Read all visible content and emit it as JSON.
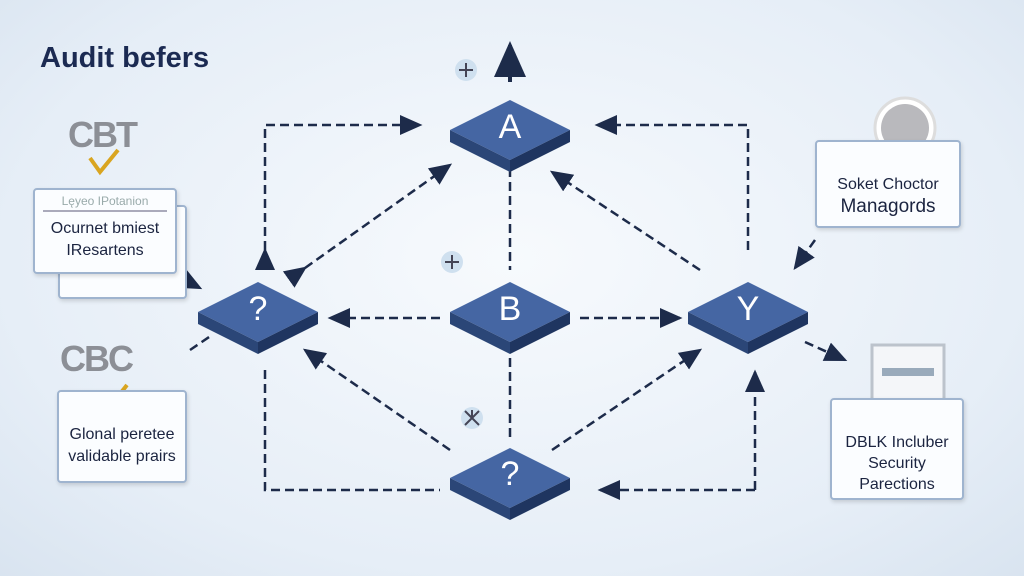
{
  "title": "Audit befers",
  "nodes": {
    "top": "A",
    "left": "?",
    "center": "B",
    "right": "Y",
    "bottom": "?"
  },
  "left_panel": {
    "label1": "CBT",
    "box1": {
      "header": "Lęyeo IPotanion",
      "line1": "Ocurnet bmiest",
      "line2": "IResartens"
    },
    "label2": "CBC",
    "box2": {
      "line1": "Glonal peretee",
      "line2": "validable prairs"
    }
  },
  "right_panel": {
    "box1": {
      "line1": "Soket Choctor",
      "line2": "Managords"
    },
    "box2": {
      "line1": "DBLK Incluber",
      "line2": "Security",
      "line3": "Parections"
    }
  },
  "colors": {
    "node": "#3d5f9a",
    "title": "#1b2a52",
    "check": "#d9a520"
  }
}
